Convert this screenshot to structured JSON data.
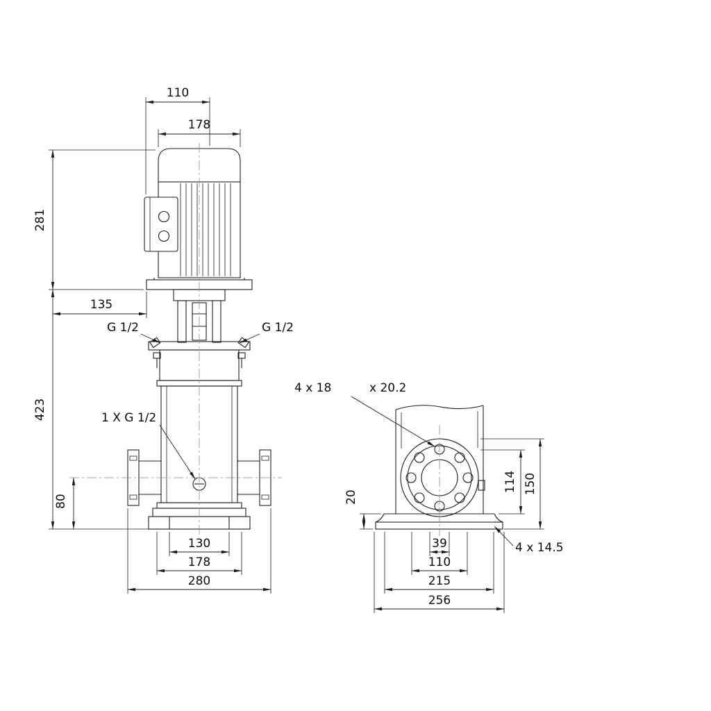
{
  "drawing_colors": {
    "line": "#1c1c1c",
    "background": "#ffffff"
  },
  "front_view": {
    "dim_110": "110",
    "dim_178_top": "178",
    "dim_281": "281",
    "dim_135": "135",
    "dim_423": "423",
    "port_left": "G 1/2",
    "port_right": "G 1/2",
    "drain_port": "1 X G 1/2",
    "dim_80": "80",
    "dim_130": "130",
    "dim_178_bottom": "178",
    "dim_280": "280"
  },
  "side_view": {
    "flange_holes": "4 x 18",
    "flange_counterbore": "x 20.2",
    "dim_20": "20",
    "dim_114": "114",
    "dim_150": "150",
    "dim_39": "39",
    "dim_110": "110",
    "dim_215": "215",
    "dim_256": "256",
    "base_holes": "4 x 14.5"
  }
}
